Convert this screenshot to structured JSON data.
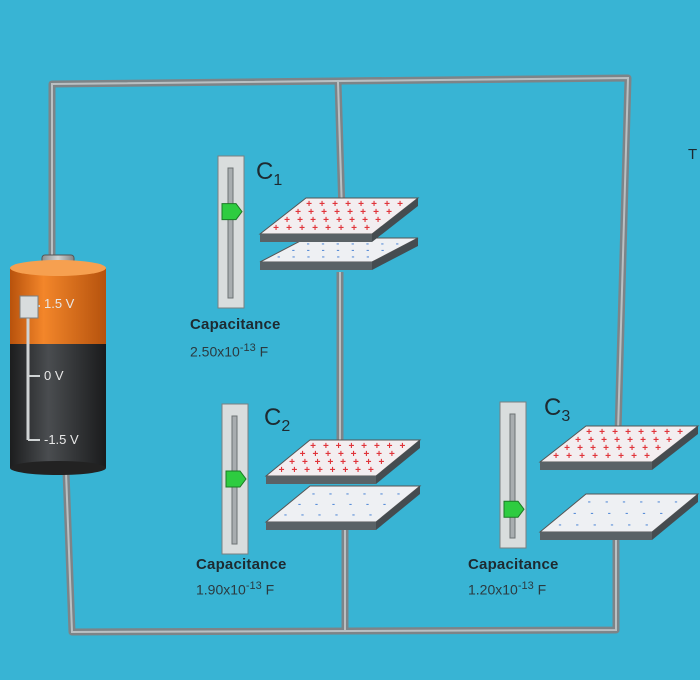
{
  "battery": {
    "labels": [
      "1.5 V",
      "0 V",
      "-1.5 V"
    ],
    "slider_level_volts": 1.5
  },
  "capacitors": [
    {
      "name": "C",
      "sub": "1",
      "label": "Capacitance",
      "mantissa": "2.50x10",
      "exponent": "-13",
      "unit": "F",
      "slider_level": 0.33
    },
    {
      "name": "C",
      "sub": "2",
      "label": "Capacitance",
      "mantissa": "1.90x10",
      "exponent": "-13",
      "unit": "F",
      "slider_level": 0.5
    },
    {
      "name": "C",
      "sub": "3",
      "label": "Capacitance",
      "mantissa": "1.20x10",
      "exponent": "-13",
      "unit": "F",
      "slider_level": 0.8
    }
  ],
  "edge_text": "T",
  "colors": {
    "background": "#38b4d4",
    "wire": "#8a9397",
    "plate_top": "#f2eff2",
    "plate_side": "#5a6266",
    "plus_sign": "#e0343a",
    "minus_sign": "#5b8fd8",
    "slider_knob": "#2ecc40",
    "battery_top": "#f07a1a",
    "battery_body": "#2d2f31"
  }
}
